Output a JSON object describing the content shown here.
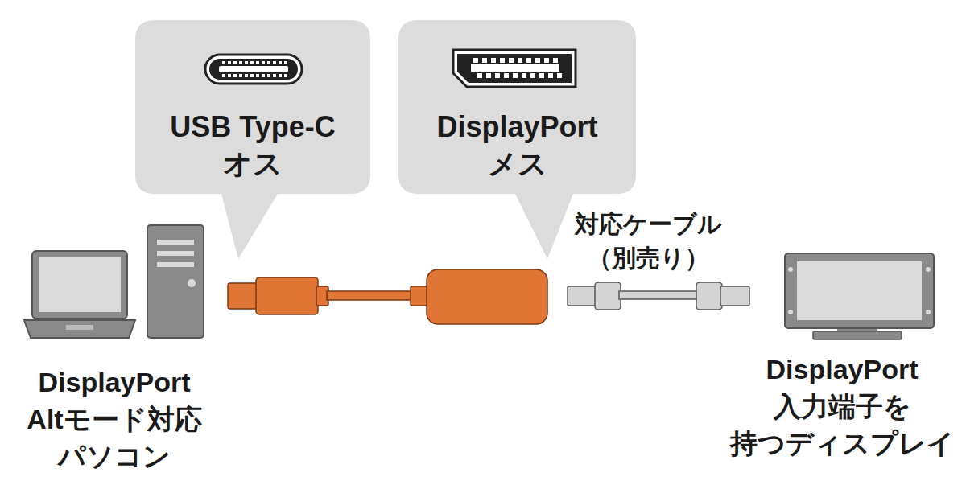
{
  "diagram": {
    "nodes": [
      {
        "text": [
          "USB Type-C オス"
        ]
      },
      {
        "text": [
          "DisplayPort メス"
        ]
      }
    ],
    "labels": [
      "対応ケーブル （別売り）",
      "DisplayPort Altモード対応 パソコン",
      "DisplayPort 入力端子を 持つディスプレイ"
    ]
  }
}
